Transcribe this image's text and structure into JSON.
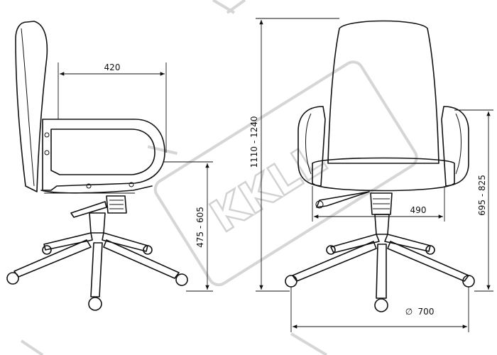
{
  "dimensions": {
    "seat_depth": "420",
    "seat_height": "475 - 605",
    "total_height": "1110 - 1240",
    "seat_width": "490",
    "armrest_height": "695 - 825",
    "base_diameter": "700",
    "diameter_symbol": "∅"
  },
  "watermark": {
    "text": "KKLL"
  },
  "colors": {
    "line": "#111111",
    "watermark": "#d2d2d2",
    "background": "#ffffff"
  }
}
